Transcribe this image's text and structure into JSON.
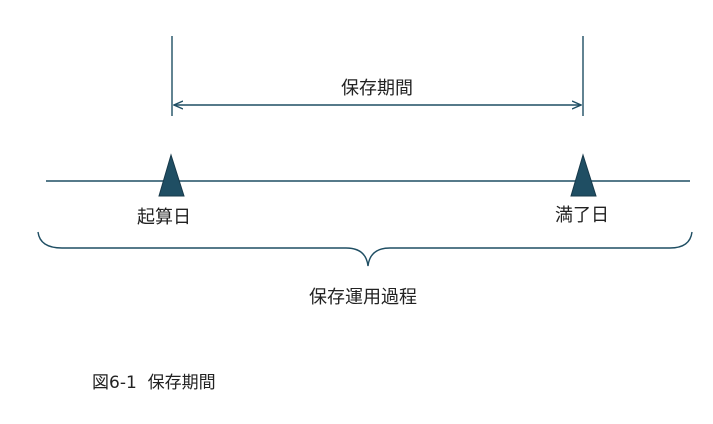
{
  "diagram": {
    "period_label": "保存期間",
    "start_label": "起算日",
    "end_label": "満了日",
    "process_label": "保存運用過程",
    "caption": "図6-1  保存期間",
    "line_color": "#1F4E63",
    "marker_color": "#1F4E63",
    "text_color": "#222222"
  }
}
